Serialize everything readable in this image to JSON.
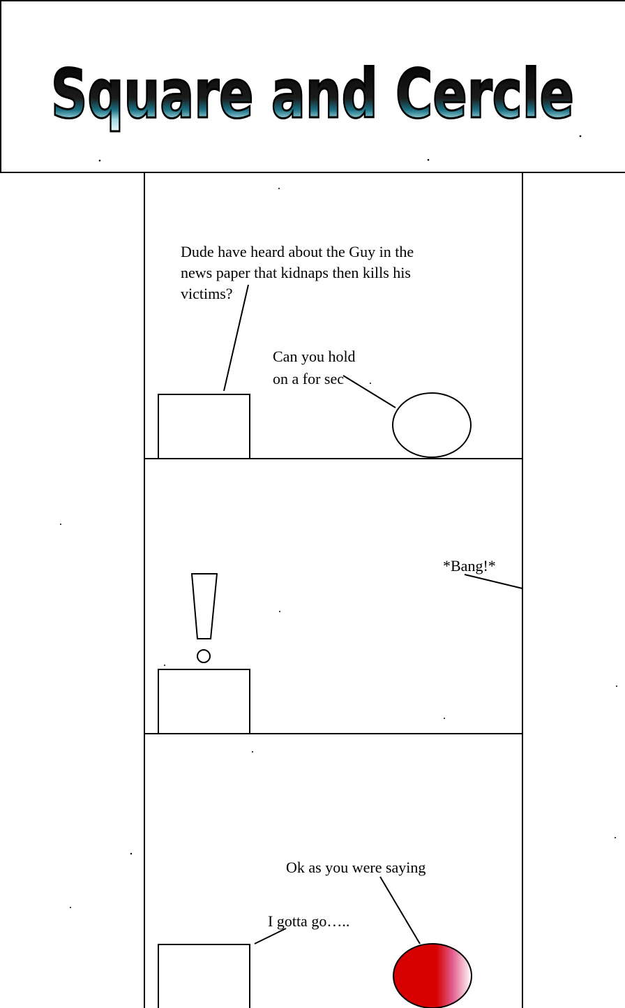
{
  "title": "Square and Cercle",
  "panels": [
    {
      "lines": {
        "square_dialogue": [
          "Dude have heard about the Guy in the",
          "news paper that kidnaps then kills his",
          "victims?"
        ],
        "circle_dialogue": [
          "Can you hold",
          "on a for sec"
        ]
      }
    },
    {
      "sound_effect": "*Bang!*",
      "reaction_symbol": "!"
    },
    {
      "lines": {
        "circle_dialogue": "Ok as you were saying",
        "square_dialogue": "I gotta go….."
      }
    }
  ],
  "colors": {
    "ink": "#000000",
    "paper": "#ffffff",
    "blood": "#d60000"
  }
}
